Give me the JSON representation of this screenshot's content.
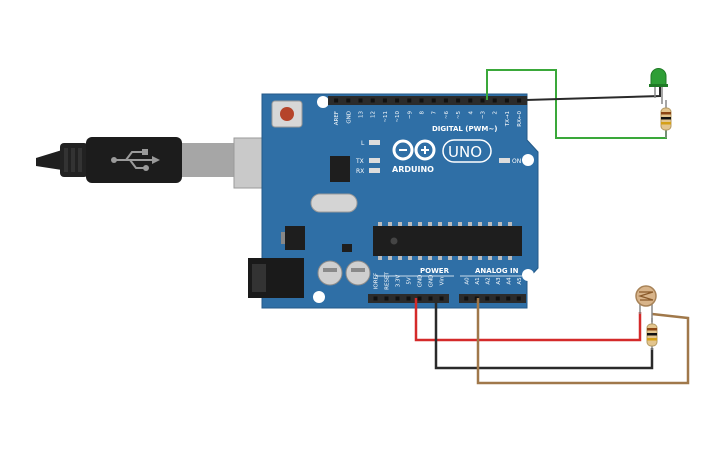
{
  "board": {
    "brand": "ARDUINO",
    "model": "UNO",
    "digital_label": "DIGITAL (PWM~)",
    "power_label": "POWER",
    "analog_label": "ANALOG IN",
    "led_l": "L",
    "led_tx": "TX",
    "led_rx": "RX",
    "led_on": "ON",
    "digital_pins": [
      "AREF",
      "GND",
      "13",
      "12",
      "~11",
      "~10",
      "~9",
      "8",
      "7",
      "~6",
      "~5",
      "4",
      "~3",
      "2",
      "TX→1",
      "RX←0"
    ],
    "power_pins": [
      "IOREF",
      "RESET",
      "3.3V",
      "5V",
      "GND",
      "GND",
      "Vin"
    ],
    "analog_pins": [
      "A0",
      "A1",
      "A2",
      "A3",
      "A4",
      "A5"
    ],
    "colors": {
      "board": "#2f6fa6",
      "header": "#2b2b2b",
      "chip": "#1e1e1e"
    }
  },
  "components": {
    "led": {
      "color": "#2e9e36",
      "icon": "led-icon"
    },
    "resistor_led": {
      "icon": "resistor-icon"
    },
    "photoresistor": {
      "icon": "photoresistor-icon"
    },
    "resistor_ldr": {
      "icon": "resistor-icon"
    },
    "usb_cable": {
      "icon": "usb-icon"
    }
  },
  "wires": {
    "green": "#3aa83a",
    "black": "#2a2a2a",
    "red": "#d42a2a",
    "brown": "#a0784a"
  }
}
